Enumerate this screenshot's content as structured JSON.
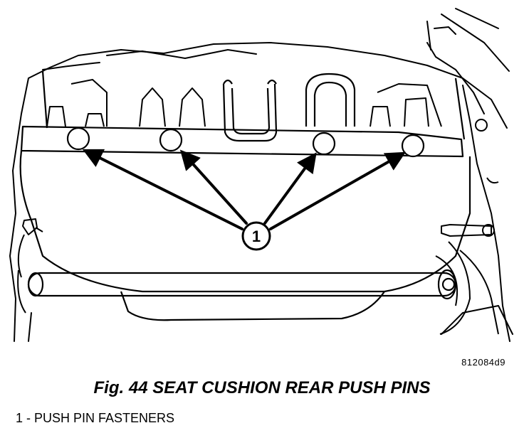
{
  "figure": {
    "callout_number": "1",
    "code": "812084d9",
    "caption": "Fig. 44 SEAT CUSHION REAR PUSH PINS"
  },
  "legend": {
    "items": [
      {
        "number": "1",
        "separator": " - ",
        "text": "PUSH PIN FASTENERS"
      }
    ]
  }
}
